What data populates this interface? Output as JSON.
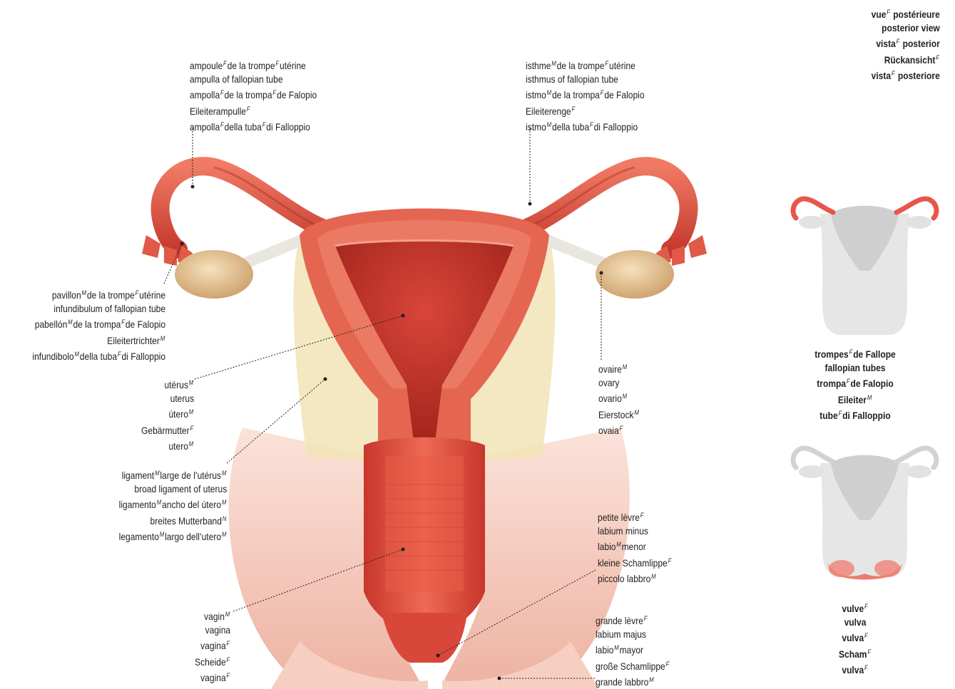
{
  "view": {
    "lines": [
      {
        "text": "vue",
        "g": "F",
        "after": " postérieure"
      },
      {
        "text": "posterior view"
      },
      {
        "text": "vista",
        "g": "F",
        "after": " posterior"
      },
      {
        "text": "Rückansicht",
        "g": "F"
      },
      {
        "text": "vista",
        "g": "F",
        "after": " posteriore"
      }
    ]
  },
  "labels": {
    "ampulla": [
      {
        "text": "ampoule",
        "g": "F",
        "after": "de la trompe",
        "g2": "F",
        "after2": "utérine"
      },
      {
        "text": "ampulla of fallopian tube"
      },
      {
        "text": "ampolla",
        "g": "F",
        "after": "de la trompa",
        "g2": "F",
        "after2": "de Falopio"
      },
      {
        "text": "Eileiterampulle",
        "g": "F"
      },
      {
        "text": "ampolla",
        "g": "F",
        "after": "della tuba",
        "g2": "F",
        "after2": "di Falloppio"
      }
    ],
    "isthmus": [
      {
        "text": "isthme",
        "g": "M",
        "after": "de la trompe",
        "g2": "F",
        "after2": "utérine"
      },
      {
        "text": "isthmus of fallopian tube"
      },
      {
        "text": "istmo",
        "g": "M",
        "after": "de la trompa",
        "g2": "F",
        "after2": "de Falopio"
      },
      {
        "text": "Eileiterenge",
        "g": "F"
      },
      {
        "text": "istmo",
        "g": "M",
        "after": "della tuba",
        "g2": "F",
        "after2": "di Falloppio"
      }
    ],
    "infundibulum": [
      {
        "text": "pavillon",
        "g": "M",
        "after": "de la trompe",
        "g2": "F",
        "after2": "utérine"
      },
      {
        "text": "infundibulum of fallopian tube"
      },
      {
        "text": "pabellón",
        "g": "M",
        "after": "de la trompa",
        "g2": "F",
        "after2": "de Falopio"
      },
      {
        "text": "Eileitertrichter",
        "g": "M"
      },
      {
        "text": "infundibolo",
        "g": "M",
        "after": "della tuba",
        "g2": "F",
        "after2": "di Falloppio"
      }
    ],
    "uterus": [
      {
        "text": "utérus",
        "g": "M"
      },
      {
        "text": "uterus"
      },
      {
        "text": "útero",
        "g": "M"
      },
      {
        "text": "Gebärmutter",
        "g": "F"
      },
      {
        "text": "utero",
        "g": "M"
      }
    ],
    "ovary": [
      {
        "text": "ovaire",
        "g": "M"
      },
      {
        "text": "ovary"
      },
      {
        "text": "ovario",
        "g": "M"
      },
      {
        "text": "Eierstock",
        "g": "M"
      },
      {
        "text": "ovaia",
        "g": "F"
      }
    ],
    "broad_ligament": [
      {
        "text": "ligament",
        "g": "M",
        "after": "large de l’utérus",
        "g2": "M"
      },
      {
        "text": "broad ligament of uterus"
      },
      {
        "text": "ligamento",
        "g": "M",
        "after": "ancho del útero",
        "g2": "M"
      },
      {
        "text": "breites Mutterband",
        "g": "N"
      },
      {
        "text": "legamento",
        "g": "M",
        "after": "largo dell’utero",
        "g2": "M"
      }
    ],
    "labium_minus": [
      {
        "text": "petite lèvre",
        "g": "F"
      },
      {
        "text": "labium minus"
      },
      {
        "text": "labio",
        "g": "M",
        "after": "menor"
      },
      {
        "text": "kleine Schamlippe",
        "g": "F"
      },
      {
        "text": "piccolo labbro",
        "g": "M"
      }
    ],
    "vagina": [
      {
        "text": "vagin",
        "g": "M"
      },
      {
        "text": "vagina"
      },
      {
        "text": "vagina",
        "g": "F"
      },
      {
        "text": "Scheide",
        "g": "F"
      },
      {
        "text": "vagina",
        "g": "F"
      }
    ],
    "labium_majus": [
      {
        "text": "grande lèvre",
        "g": "F"
      },
      {
        "text": "labium majus"
      },
      {
        "text": "labio",
        "g": "M",
        "after": "mayor"
      },
      {
        "text": "große Schamlippe",
        "g": "F"
      },
      {
        "text": "grande labbro",
        "g": "M"
      }
    ],
    "fallopian_tubes": [
      {
        "text": "trompes",
        "g": "F",
        "after": "de Fallope"
      },
      {
        "text": "fallopian tubes"
      },
      {
        "text": "trompa",
        "g": "F",
        "after": "de Falopio"
      },
      {
        "text": "Eileiter",
        "g": "M"
      },
      {
        "text": "tube",
        "g": "F",
        "after": "di Falloppio"
      }
    ],
    "vulva": [
      {
        "text": "vulve",
        "g": "F"
      },
      {
        "text": "vulva"
      },
      {
        "text": "vulva",
        "g": "F"
      },
      {
        "text": "Scham",
        "g": "F"
      },
      {
        "text": "vulva",
        "g": "F"
      }
    ]
  },
  "colors": {
    "tissue": "#d94b3d",
    "tissue_dark": "#b32e24",
    "tissue_light": "#f08a74",
    "ovary": "#e8c18e",
    "ligament": "#efe1b0",
    "skin": "#f3c2b4",
    "highlight_thumb": "#e8564a",
    "grey_thumb": "#dcdcdc"
  }
}
